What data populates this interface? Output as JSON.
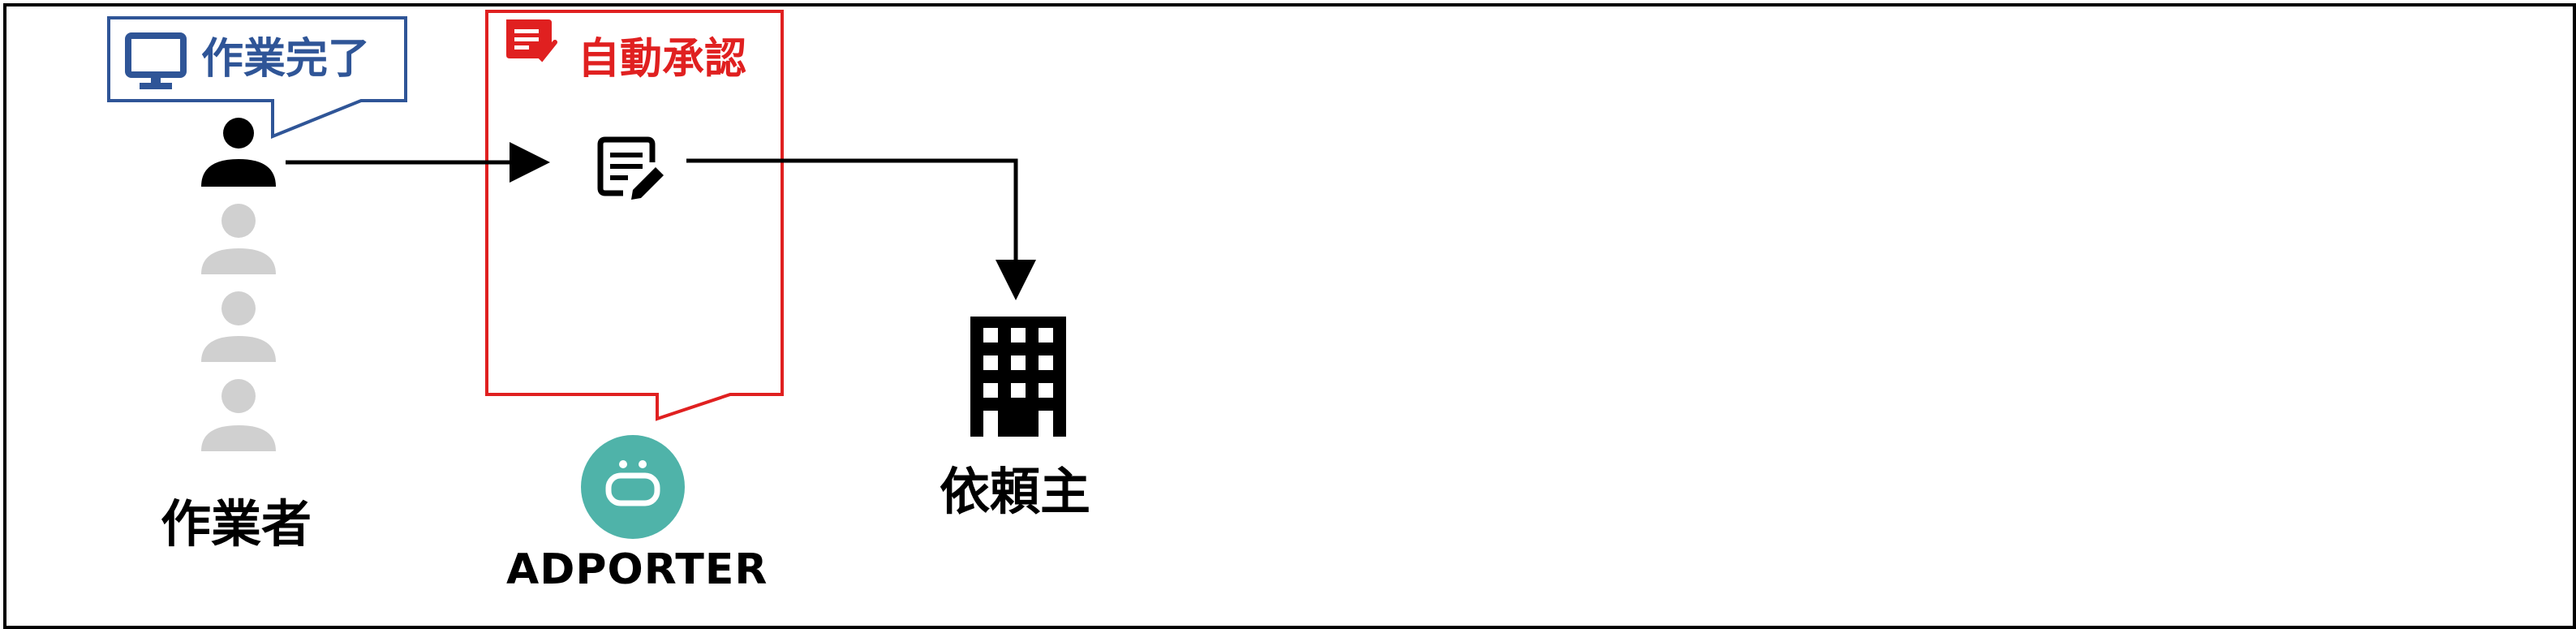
{
  "worker_callout": {
    "text": "作業完了",
    "icon": "monitor-icon"
  },
  "approval_callout": {
    "text": "自動承認",
    "icon": "checklist-icon"
  },
  "nodes": {
    "worker": {
      "label": "作業者",
      "icon": "person-icon"
    },
    "document": {
      "icon": "document-edit-icon"
    },
    "client": {
      "label": "依頼主",
      "icon": "building-icon"
    },
    "adporter": {
      "label": "ADPORTER",
      "icon": "adporter-logo"
    }
  },
  "colors": {
    "worker_callout_border": "#2f5597",
    "approval_callout_border": "#e02020",
    "inactive_person": "#d0d0d0",
    "adporter_logo": "#4fb3a9"
  }
}
